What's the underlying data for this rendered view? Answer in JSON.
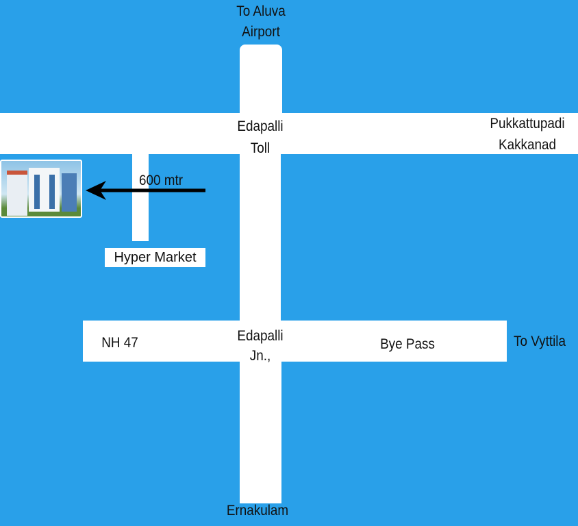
{
  "labels": {
    "top_destination": [
      "To Aluva",
      "Airport"
    ],
    "toll": [
      "Edapalli",
      "Toll"
    ],
    "east_destination": [
      "Pukkattupadi",
      "Kakkanad"
    ],
    "distance": "600 mtr",
    "hyper_market": "Hyper Market",
    "nh": "NH 47",
    "junction": [
      "Edapalli",
      "Jn.,"
    ],
    "bypass": "Bye  Pass",
    "vyttila": "To Vyttila",
    "south_destination": "Ernakulam"
  },
  "colors": {
    "background": "#29a0e9",
    "road": "#ffffff",
    "arrow": "#000000"
  },
  "icons": {
    "building": "apartment-building-photo",
    "arrow": "arrow-left"
  }
}
